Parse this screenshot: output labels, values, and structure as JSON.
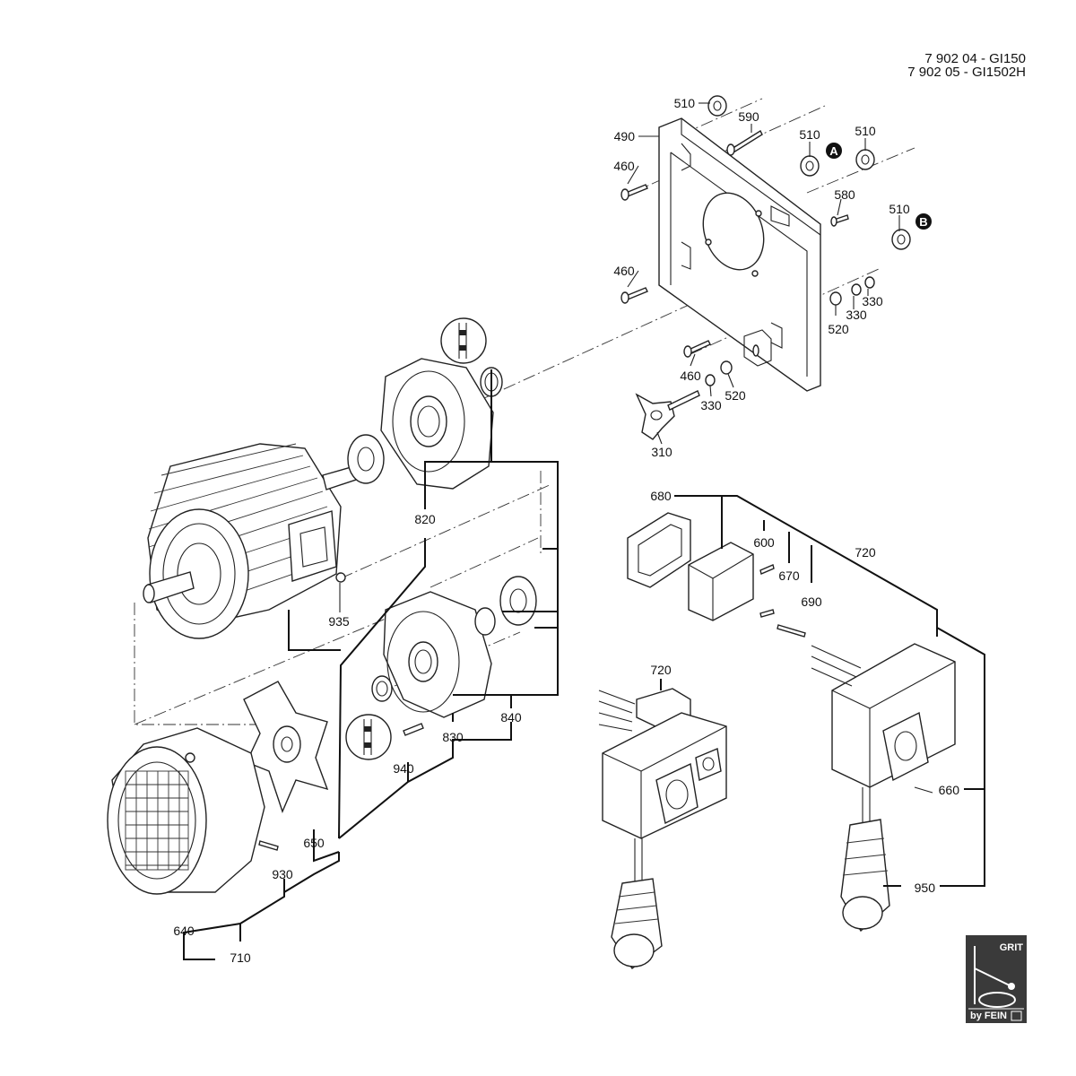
{
  "header": {
    "line1": "7 902 04 - GI150",
    "line2": "7 902 05 - GI1502H"
  },
  "labels": {
    "p510a": "510",
    "p590": "590",
    "p490": "490",
    "p510b": "510",
    "p510c": "510",
    "p460a": "460",
    "p580": "580",
    "p510d": "510",
    "p460b": "460",
    "p330a": "330",
    "p330b": "330",
    "p520a": "520",
    "p460c": "460",
    "p520b": "520",
    "p330c": "330",
    "p310": "310",
    "p820": "820",
    "p935": "935",
    "p680": "680",
    "p600": "600",
    "p720a": "720",
    "p670": "670",
    "p690": "690",
    "p840": "840",
    "p830": "830",
    "p940": "940",
    "p720b": "720",
    "p650": "650",
    "p930": "930",
    "p640": "640",
    "p710": "710",
    "p660": "660",
    "p950": "950"
  },
  "callouts": {
    "a": "A",
    "b": "B"
  },
  "logo": {
    "brand": "GRIT",
    "maker": "by FEIN",
    "bg_color": "#3a3a3a"
  }
}
